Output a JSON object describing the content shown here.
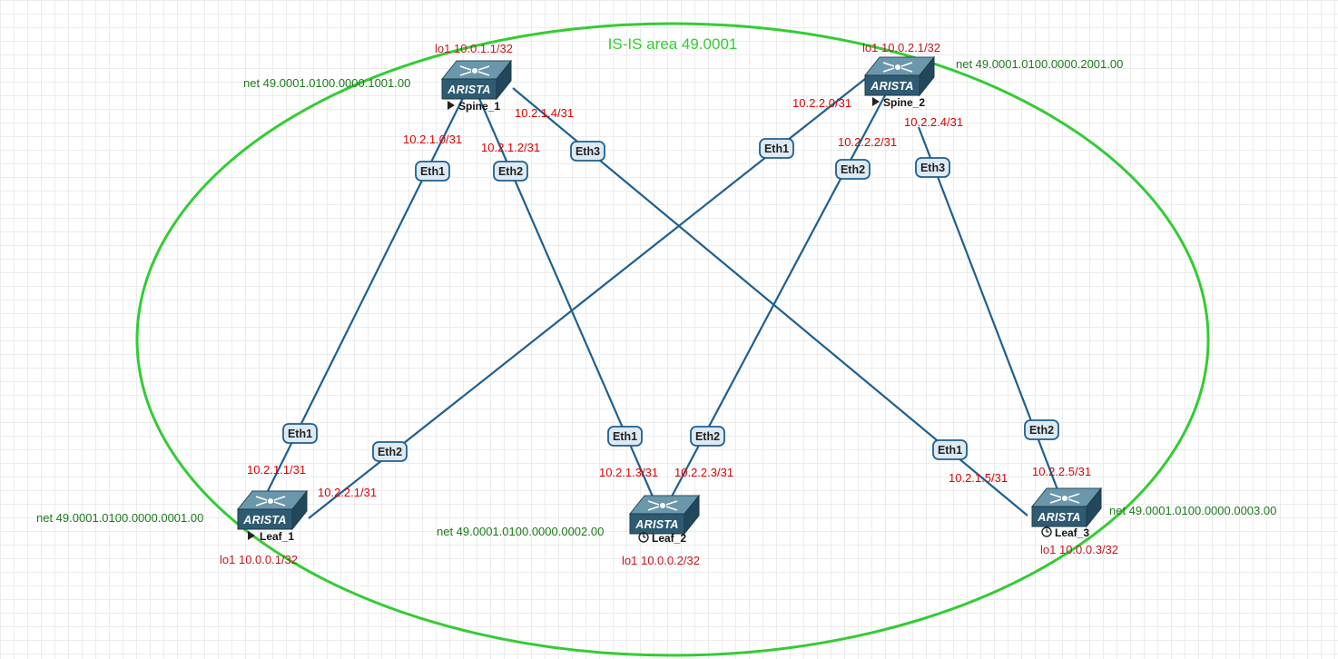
{
  "area": {
    "label": "IS-IS area 49.0001",
    "color": "#33cc33"
  },
  "colors": {
    "link": "#1f5f8f",
    "ip_text": "#e00000",
    "net_text": "#1b7a1b",
    "switch_front": "#2f5b72",
    "switch_top": "#5f8ea3"
  },
  "devices": {
    "spine1": {
      "name": "Spine_1",
      "brand": "ARISTA",
      "status": "running",
      "lo": "lo1 10.0.1.1/32",
      "net": "net 49.0001.0100.0000.1001.00"
    },
    "spine2": {
      "name": "Spine_2",
      "brand": "ARISTA",
      "status": "running",
      "lo": "lo1 10.0.2.1/32",
      "net": "net 49.0001.0100.0000.2001.00"
    },
    "leaf1": {
      "name": "Leaf_1",
      "brand": "ARISTA",
      "status": "running",
      "lo": "lo1 10.0.0.1/32",
      "net": "net 49.0001.0100.0000.0001.00"
    },
    "leaf2": {
      "name": "Leaf_2",
      "brand": "ARISTA",
      "status": "clock",
      "lo": "lo1 10.0.0.2/32",
      "net": "net 49.0001.0100.0000.0002.00"
    },
    "leaf3": {
      "name": "Leaf_3",
      "brand": "ARISTA",
      "status": "clock",
      "lo": "lo1 10.0.0.3/32",
      "net": "net 49.0001.0100.0000.0003.00"
    }
  },
  "links": [
    {
      "a_port": "Eth1",
      "a_ip": "10.2.1.0/31",
      "b_port": "Eth1",
      "b_ip": "10.2.1.1/31"
    },
    {
      "a_port": "Eth2",
      "a_ip": "10.2.1.2/31",
      "b_port": "Eth1",
      "b_ip": "10.2.1.3/31"
    },
    {
      "a_port": "Eth3",
      "a_ip": "10.2.1.4/31",
      "b_port": "Eth1",
      "b_ip": "10.2.1.5/31"
    },
    {
      "a_port": "Eth1",
      "a_ip": "10.2.2.0/31",
      "b_port": "Eth2",
      "b_ip": "10.2.2.1/31"
    },
    {
      "a_port": "Eth2",
      "a_ip": "10.2.2.2/31",
      "b_port": "Eth2",
      "b_ip": "10.2.2.3/31"
    },
    {
      "a_port": "Eth3",
      "a_ip": "10.2.2.4/31",
      "b_port": "Eth2",
      "b_ip": "10.2.2.5/31"
    }
  ]
}
